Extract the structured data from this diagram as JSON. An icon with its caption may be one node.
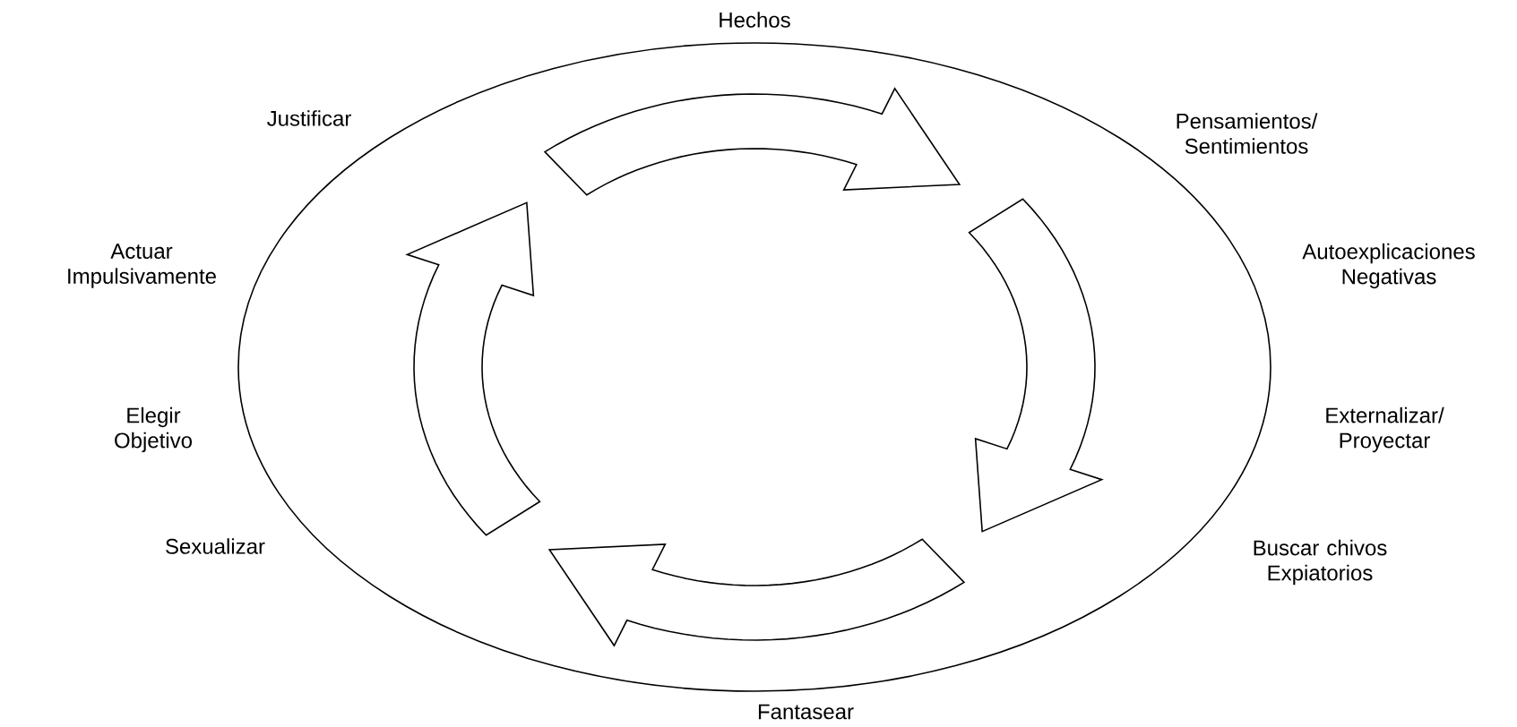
{
  "diagram": {
    "labels": [
      "Hechos",
      "Justificar",
      "Pensamientos/ Sentimientos",
      "Actuar Impulsivamente",
      "Autoexplicaciones Negativas",
      "Elegir Objetivo",
      "Externalizar/ Proyectar",
      "Sexualizar",
      "Buscar chivos Expiatorios",
      "Fantasear"
    ]
  }
}
